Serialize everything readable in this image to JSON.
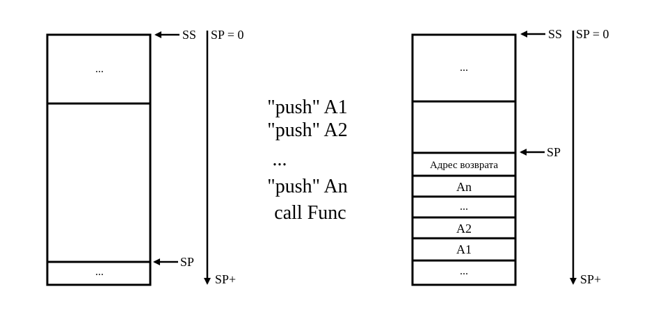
{
  "left_stack": {
    "cells": [
      "...",
      "",
      "..."
    ],
    "ss_label": "SS",
    "sp_zero_label": "SP = 0",
    "sp_label": "SP",
    "sp_plus_label": "SP+"
  },
  "code": {
    "lines": [
      "\"push\" A1",
      "\"push\" A2",
      "...",
      "\"push\" An",
      "call Func"
    ]
  },
  "right_stack": {
    "cells": [
      "...",
      "",
      "Адрес возврата",
      "An",
      "...",
      "A2",
      "A1",
      "..."
    ],
    "ss_label": "SS",
    "sp_zero_label": "SP = 0",
    "sp_label": "SP",
    "sp_plus_label": "SP+"
  }
}
